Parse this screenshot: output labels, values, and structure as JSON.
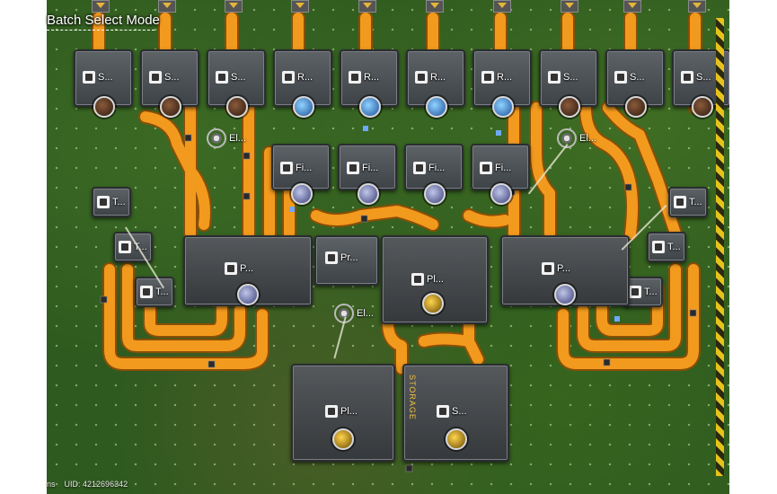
{
  "hud": {
    "mode_title": "Batch Select Mode",
    "uid_label": "UID: 4212696342",
    "uid_prefix": "ns"
  },
  "colors": {
    "belt": "#f29a1e",
    "belt_edge": "#b86a0a",
    "hazard": "#e7c21b",
    "ground": "#2f5a1f"
  },
  "buildings": {
    "top_row": [
      {
        "label": "S...",
        "icon": "smelter-icon",
        "product": "ore-icon"
      },
      {
        "label": "S...",
        "icon": "smelter-icon",
        "product": "ore-icon"
      },
      {
        "label": "S...",
        "icon": "smelter-icon",
        "product": "ore-icon"
      },
      {
        "label": "R...",
        "icon": "refinery-icon",
        "product": "crystal-icon"
      },
      {
        "label": "R...",
        "icon": "refinery-icon",
        "product": "crystal-icon"
      },
      {
        "label": "R...",
        "icon": "refinery-icon",
        "product": "crystal-icon"
      },
      {
        "label": "R...",
        "icon": "refinery-icon",
        "product": "crystal-icon"
      },
      {
        "label": "S...",
        "icon": "smelter-icon",
        "product": "ore-icon"
      },
      {
        "label": "S...",
        "icon": "smelter-icon",
        "product": "ore-icon"
      },
      {
        "label": "S...",
        "icon": "smelter-icon",
        "product": "ore-icon"
      }
    ],
    "filters": [
      {
        "label": "Fi..."
      },
      {
        "label": "Fi..."
      },
      {
        "label": "Fi..."
      },
      {
        "label": "Fi..."
      }
    ],
    "electric": [
      {
        "label": "El..."
      },
      {
        "label": "El..."
      },
      {
        "label": "El..."
      }
    ],
    "transporters_left": [
      {
        "label": "T..."
      },
      {
        "label": "T..."
      },
      {
        "label": "T..."
      }
    ],
    "transporters_right": [
      {
        "label": "T..."
      },
      {
        "label": "T..."
      },
      {
        "label": "T..."
      }
    ],
    "pressers": [
      {
        "label": "P..."
      },
      {
        "label": "P..."
      }
    ],
    "processor": {
      "label": "Pr..."
    },
    "plants": [
      {
        "label": "Pl..."
      },
      {
        "label": "Pl..."
      }
    ],
    "storage": {
      "label": "S..."
    }
  },
  "hazard_text": "STORAGE"
}
